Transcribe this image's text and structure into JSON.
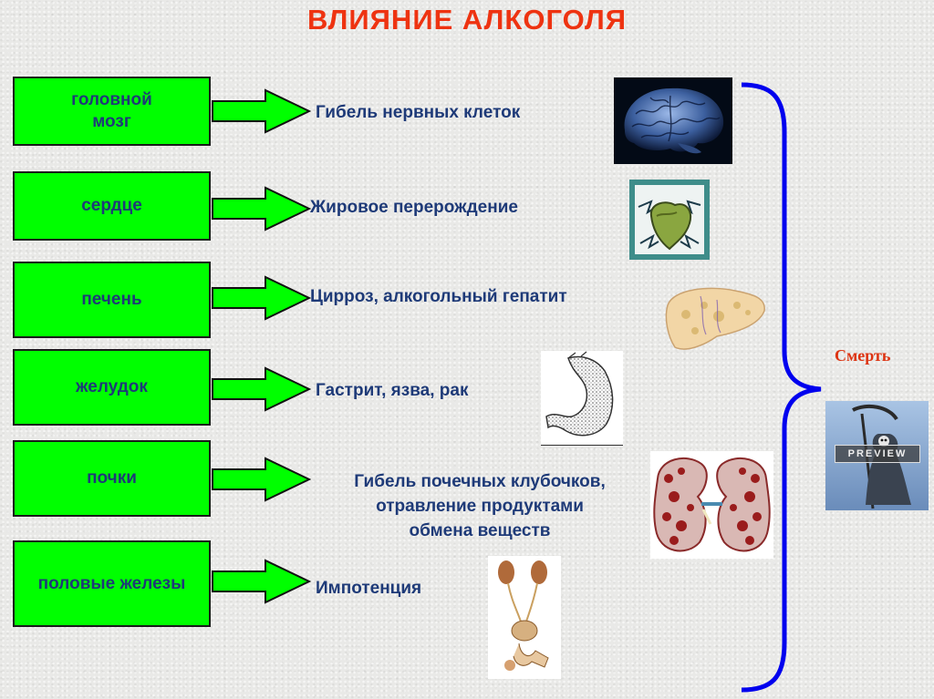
{
  "title": "ВЛИЯНИЕ АЛКОГОЛЯ",
  "organs": [
    {
      "label": "головной\nмозг",
      "effect": "Гибель нервных клеток",
      "image": "brain-photo"
    },
    {
      "label": "сердце",
      "effect": "Жировое перерождение",
      "image": "heart-icon"
    },
    {
      "label": "печень",
      "effect": "Цирроз, алкогольный гепатит",
      "image": "liver-illustration"
    },
    {
      "label": "желудок",
      "effect": "Гастрит, язва, рак",
      "image": "stomach-sketch"
    },
    {
      "label": "почки",
      "effect": "Гибель почечных клубочков,\nотравление продуктами\nобмена веществ",
      "image": "kidney-illustration"
    },
    {
      "label": "половые железы",
      "effect": "Импотенция",
      "image": "urogenital-system-diagram"
    }
  ],
  "outcome": {
    "label": "Смерть",
    "image": "grim-reaper",
    "watermark": "PREVIEW"
  },
  "colors": {
    "title": "#ee3311",
    "box_fill": "#00ff00",
    "text": "#1e3a78",
    "brace": "#0000ee",
    "outcome": "#dd3311"
  }
}
